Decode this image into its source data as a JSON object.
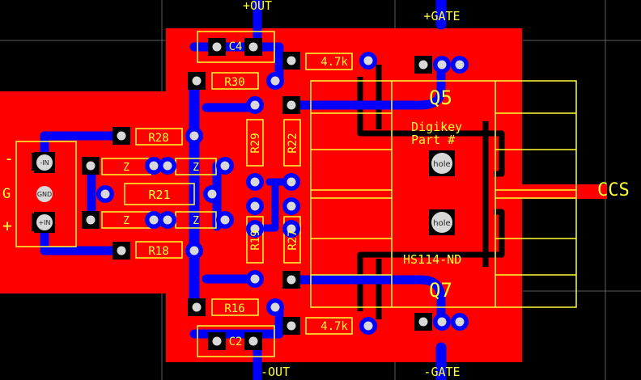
{
  "labels": {
    "out_pos": "+OUT",
    "out_neg": "-OUT",
    "gate_pos": "+GATE",
    "gate_neg": "-GATE",
    "ccs": "CCS",
    "q5": "Q5",
    "q7": "Q7",
    "digikey": "Digikey",
    "part_num": "Part #",
    "heatsink": "HS114-ND",
    "hole": "hole",
    "c4": "C4",
    "c2": "C2",
    "r30": "R30",
    "r16": "R16",
    "r28": "R28",
    "r18": "R18",
    "r21": "R21",
    "r29": "R29",
    "r22": "R22",
    "r19": "R19",
    "r27": "R27",
    "res_top": "4.7k",
    "res_bot": "4.7k",
    "zener": "Z",
    "in_neg": "-IN",
    "gnd": "GND",
    "in_pos": "+IN",
    "minus_sign": "-",
    "g_sign": "G",
    "plus_sign": "+"
  },
  "colors": {
    "background": "#000000",
    "copper_top": "#ff0000",
    "copper_bottom": "#0000ff",
    "silkscreen": "#ffff33",
    "pad": "#d8d8d8",
    "grid": "#7a7a7a"
  }
}
